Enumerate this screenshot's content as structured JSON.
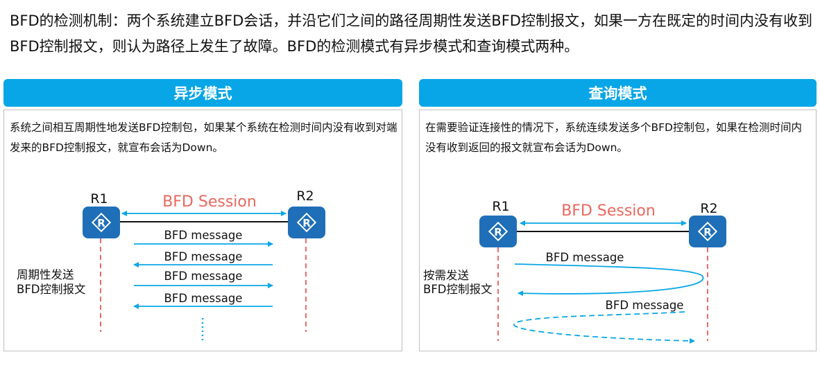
{
  "intro": "BFD的检测机制：两个系统建立BFD会话，并沿它们之间的路径周期性发送BFD控制报文，如果一方在既定的时间内没有收到BFD控制报文，则认为路径上发生了故障。BFD的检测模式有异步模式和查询模式两种。",
  "async": {
    "title": "异步模式",
    "desc": "系统之间相互周期性地发送BFD控制包，如果某个系统在检测时间内没有收到对端发来的BFD控制报文，就宣布会话为Down。",
    "r1": "R1",
    "r2": "R2",
    "session": "BFD Session",
    "side_line1": "周期性发送",
    "side_line2": "BFD控制报文",
    "messages": [
      "BFD message",
      "BFD message",
      "BFD message",
      "BFD message"
    ]
  },
  "demand": {
    "title": "查询模式",
    "desc": "在需要验证连接性的情况下，系统连续发送多个BFD控制包，如果在检测时间内没有收到返回的报文就宣布会话为Down。",
    "r1": "R1",
    "r2": "R2",
    "session": "BFD Session",
    "side_line1": "按需发送",
    "side_line2": "BFD控制报文",
    "message1": "BFD message",
    "message2": "BFD message"
  },
  "colors": {
    "accent": "#08a6e6",
    "router": "#1f6fb8",
    "session_text": "#e8685d",
    "dashed_line": "#ee6a6a"
  },
  "icons": [
    "router-icon"
  ]
}
